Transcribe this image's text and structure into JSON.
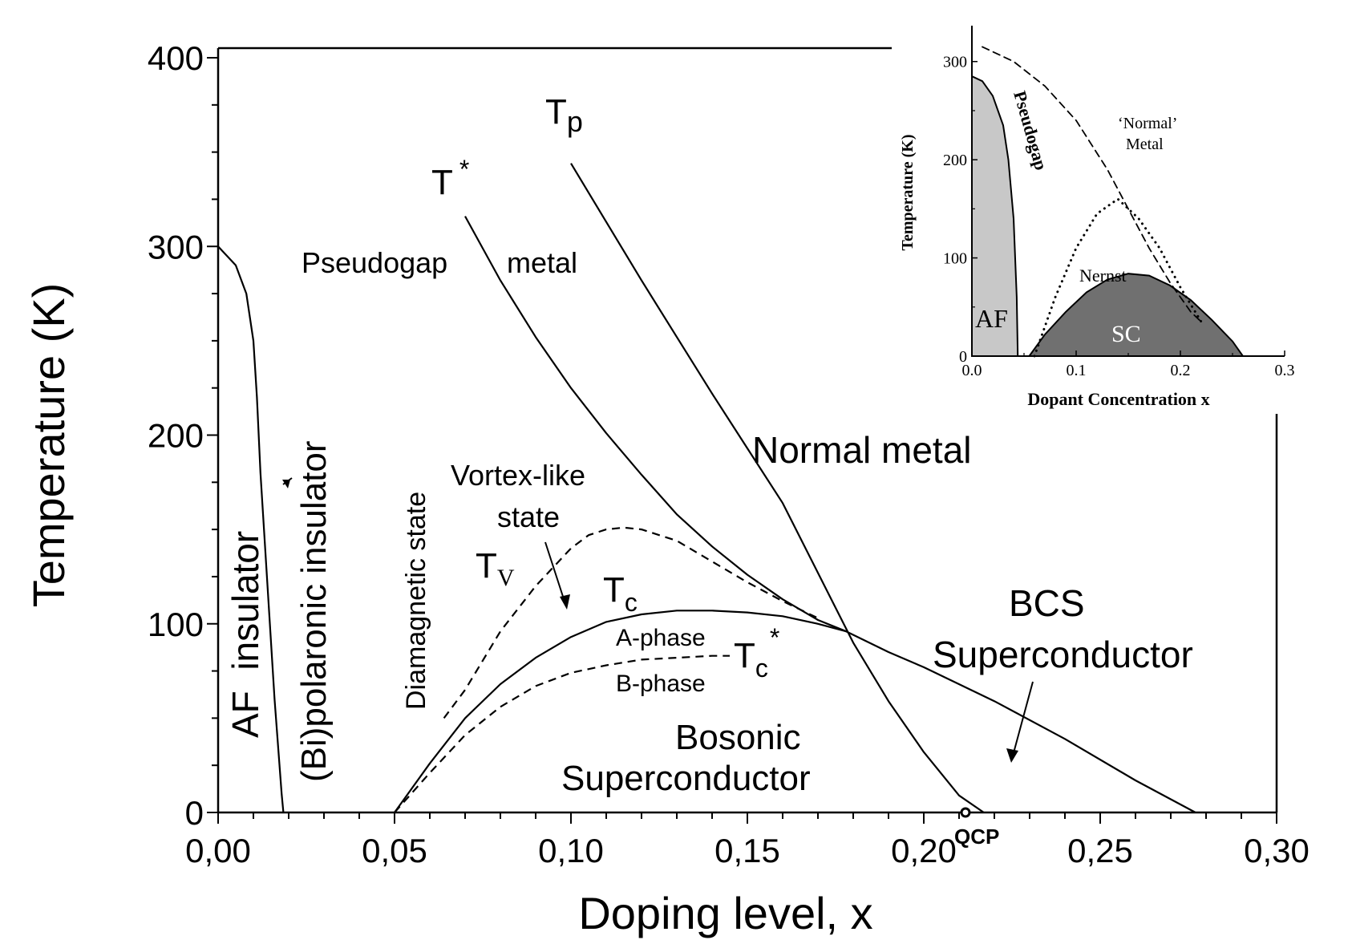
{
  "chart_data": [
    {
      "type": "line",
      "title": "",
      "xlabel": "Doping level, x",
      "ylabel": "Temperature (K)",
      "xlim": [
        0,
        0.3
      ],
      "ylim": [
        0,
        400
      ],
      "x_ticks": [
        0,
        0.05,
        0.1,
        0.15,
        0.2,
        0.25,
        0.3
      ],
      "x_tick_labels": [
        "0,00",
        "0,05",
        "0,10",
        "0,15",
        "0,20",
        "0,25",
        "0,30"
      ],
      "y_ticks": [
        0,
        100,
        200,
        300,
        400
      ],
      "y_tick_labels": [
        "0",
        "100",
        "200",
        "300",
        "400"
      ],
      "grid": false,
      "series": [
        {
          "style": "solid",
          "x": [
            0,
            0.005,
            0.008,
            0.01,
            0.011,
            0.012,
            0.014,
            0.016,
            0.018,
            0.0185
          ],
          "y": [
            300,
            290,
            275,
            250,
            220,
            180,
            120,
            60,
            10,
            0
          ]
        },
        {
          "style": "solid",
          "x": [
            0.07,
            0.08,
            0.09,
            0.1,
            0.11,
            0.12,
            0.13,
            0.14,
            0.15,
            0.16,
            0.17,
            0.178
          ],
          "y": [
            316,
            282,
            252,
            225,
            201,
            179,
            158,
            141,
            126,
            113,
            102,
            96
          ]
        },
        {
          "style": "solid",
          "x": [
            0.1,
            0.11,
            0.12,
            0.13,
            0.14,
            0.15,
            0.16,
            0.17,
            0.18,
            0.19,
            0.2,
            0.21,
            0.217
          ],
          "y": [
            344,
            313,
            282,
            252,
            222,
            193,
            164,
            127,
            90,
            59,
            32,
            9,
            0
          ]
        },
        {
          "style": "solid",
          "x": [
            0.05,
            0.06,
            0.07,
            0.08,
            0.09,
            0.1,
            0.11,
            0.12,
            0.13,
            0.14,
            0.15,
            0.16,
            0.17,
            0.178,
            0.19,
            0.2,
            0.22,
            0.24,
            0.26,
            0.277
          ],
          "y": [
            0,
            26,
            50,
            68,
            82,
            93,
            101,
            105,
            107,
            107,
            106,
            104,
            100,
            96,
            85,
            77,
            59,
            39,
            17,
            0
          ]
        },
        {
          "style": "dashed",
          "x": [
            0.05,
            0.06,
            0.07,
            0.08,
            0.09,
            0.1,
            0.11,
            0.12,
            0.13,
            0.14,
            0.145
          ],
          "y": [
            0,
            21,
            41,
            56,
            67,
            74,
            78,
            81,
            82,
            83,
            83
          ]
        },
        {
          "style": "dashed",
          "x": [
            0.064,
            0.07,
            0.08,
            0.09,
            0.1,
            0.105,
            0.11,
            0.115,
            0.12,
            0.13,
            0.14,
            0.15,
            0.16,
            0.17
          ],
          "y": [
            50,
            65,
            96,
            120,
            140,
            147,
            150,
            151,
            150,
            144,
            133,
            122,
            112,
            103
          ]
        }
      ],
      "annotations": {
        "tp": "T",
        "tp_sub": "p",
        "tstar": "T",
        "tstar_sup": "*",
        "pseudogap": "Pseudogap",
        "metal": "metal",
        "normal_metal": "Normal metal",
        "vortex_1": "Vortex-like",
        "vortex_2": "state",
        "tv": "T",
        "tv_sub": "V",
        "tc": "T",
        "tc_sub": "c",
        "a_phase": "A-phase",
        "b_phase": "B-phase",
        "tcstar": "T",
        "tcstar_sub": "c",
        "tcstar_sup": "*",
        "bcs_1": "BCS",
        "bcs_2": "Superconductor",
        "bosonic_1": "Bosonic",
        "bosonic_2": "Superconductor",
        "diamagnetic": "Diamagnetic state",
        "af_insulator": "AF  insulator",
        "bipolaronic": "(Bi)polaronic insulator",
        "qcp": "QCP"
      }
    },
    {
      "type": "area",
      "title": "",
      "xlabel": "Dopant Concentration x",
      "ylabel": "Temperature (K)",
      "xlim": [
        0,
        0.3
      ],
      "ylim": [
        0,
        330
      ],
      "x_ticks": [
        0,
        0.1,
        0.2,
        0.3
      ],
      "x_tick_labels": [
        "0.0",
        "0.1",
        "0.2",
        "0.3"
      ],
      "y_ticks": [
        0,
        100,
        200,
        300
      ],
      "y_tick_labels": [
        "0",
        "100",
        "200",
        "300"
      ],
      "series": [
        {
          "name": "AF",
          "x": [
            0,
            0.01,
            0.02,
            0.03,
            0.035,
            0.04,
            0.043,
            0.044
          ],
          "y": [
            285,
            280,
            265,
            235,
            200,
            140,
            60,
            0
          ]
        },
        {
          "name": "SC",
          "x": [
            0.055,
            0.07,
            0.09,
            0.11,
            0.13,
            0.15,
            0.17,
            0.19,
            0.21,
            0.23,
            0.25,
            0.26
          ],
          "y": [
            0,
            22,
            45,
            65,
            78,
            84,
            82,
            72,
            57,
            37,
            15,
            0
          ]
        },
        {
          "style": "dotted",
          "x": [
            0.06,
            0.08,
            0.1,
            0.12,
            0.14,
            0.16,
            0.18,
            0.2,
            0.22
          ],
          "y": [
            0,
            60,
            110,
            145,
            160,
            140,
            110,
            70,
            35
          ]
        },
        {
          "style": "dashed",
          "x": [
            0.01,
            0.04,
            0.07,
            0.1,
            0.13,
            0.15,
            0.17,
            0.19,
            0.21,
            0.22
          ],
          "y": [
            315,
            300,
            275,
            240,
            190,
            150,
            110,
            75,
            45,
            35
          ]
        }
      ],
      "annotations": {
        "af": "AF",
        "sc": "SC",
        "pseudogap": "Pseudogap",
        "normal_1": "‘Normal’",
        "normal_2": "Metal",
        "nernst": "Nernst"
      }
    }
  ]
}
